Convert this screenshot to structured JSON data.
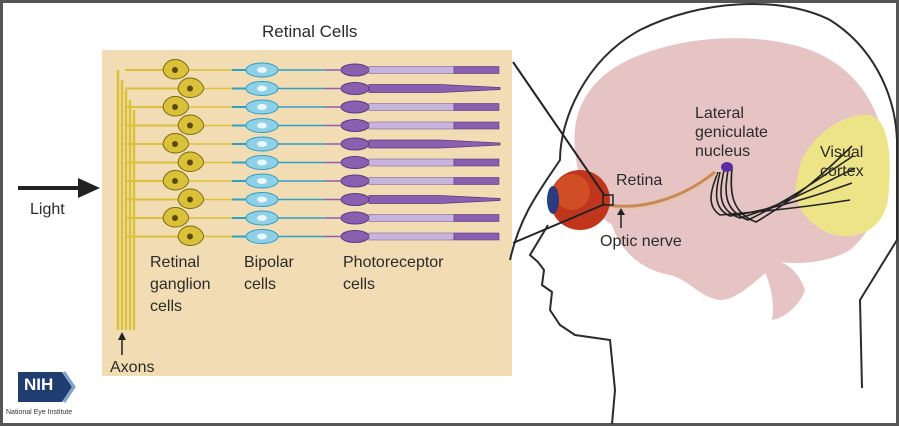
{
  "diagram": {
    "title": "Retinal Cells",
    "labels": {
      "light": "Light",
      "ganglion": "Retinal\nganglion\ncells",
      "bipolar": "Bipolar\ncells",
      "photoreceptor": "Photoreceptor\ncells",
      "axons": "Axons",
      "retina": "Retina",
      "optic_nerve": "Optic nerve",
      "lgn": "Lateral\ngeniculate\nnucleus",
      "visual_cortex": "Visual\ncortex"
    },
    "logo": {
      "text": "NIH",
      "caption": "National Eye Institute"
    },
    "colors": {
      "panel_bg": "#f2dcb3",
      "ganglion": "#d9c23a",
      "bipolar": "#8fd0e6",
      "bipolar_dark": "#2d9fc9",
      "photoreceptor": "#8a5fb0",
      "photoreceptor_light": "#c7b3db",
      "brain": "#e6c4c4",
      "cortex": "#ece486",
      "eye": "#c0351b",
      "lgn_dot": "#5a2ea0",
      "frame": "#555555"
    }
  }
}
